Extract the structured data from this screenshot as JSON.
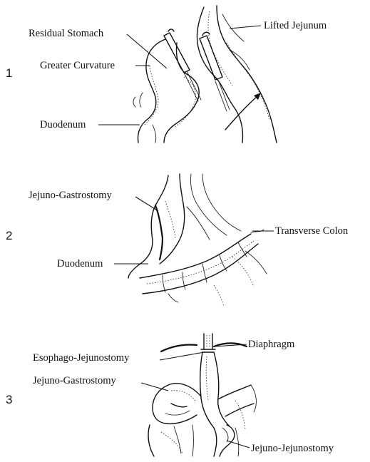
{
  "panels": [
    {
      "number": "1",
      "labels": {
        "residual_stomach": "Residual Stomach",
        "greater_curvature": "Greater Curvature",
        "duodenum": "Duodenum",
        "lifted_jejunum": "Lifted Jejunum"
      }
    },
    {
      "number": "2",
      "labels": {
        "jejuno_gastrostomy": "Jejuno-Gastrostomy",
        "transverse_colon": "Transverse Colon",
        "duodenum": "Duodenum"
      }
    },
    {
      "number": "3",
      "labels": {
        "esophago_jejunostomy": "Esophago-Jejunostomy",
        "diaphragm": "Diaphragm",
        "jejuno_gastrostomy": "Jejuno-Gastrostomy",
        "jejuno_jejunostomy": "Jejuno-Jejunostomy"
      }
    }
  ]
}
